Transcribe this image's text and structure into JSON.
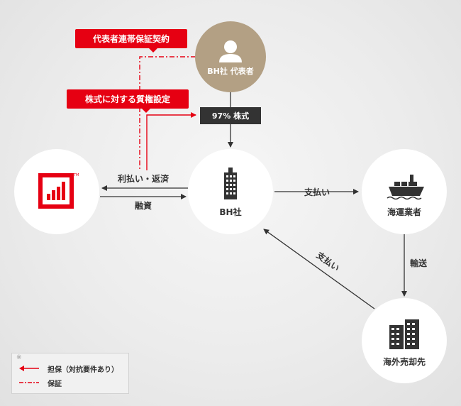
{
  "nodes": {
    "lender_logo_color": "#e60012",
    "representative": "BH社 代表者",
    "bh_company": "BH社",
    "shipping_company": "海運業者",
    "overseas_buyer": "海外売却先"
  },
  "edges": {
    "repay": "利払い・返済",
    "loan": "融資",
    "pay_shipping": "支払い",
    "transport": "輸送",
    "pay_back": "支払い"
  },
  "labels": {
    "guarantee_contract": "代表者連帯保証契約",
    "share_pledge": "株式に対する質権設定",
    "share_97": "97% 株式"
  },
  "legend": {
    "mark": "※",
    "security_text": "担保（対抗要件あり）",
    "guarantee_text": "保証"
  },
  "colors": {
    "red": "#e60012",
    "dark": "#333333",
    "tan": "#b3a084"
  }
}
